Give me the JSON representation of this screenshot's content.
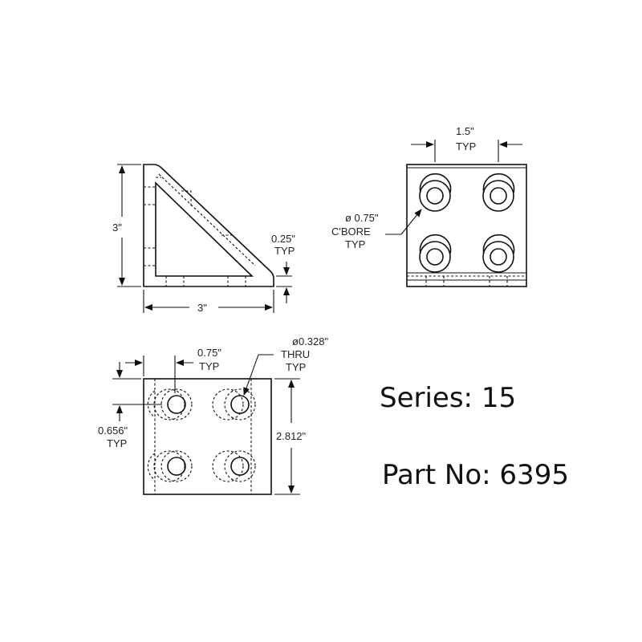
{
  "side_view": {
    "height_label": "3\"",
    "width_label": "3\"",
    "thickness_label": "0.25\"",
    "thickness_note": "TYP"
  },
  "top_view": {
    "spacing_label": "1.5\"",
    "spacing_note": "TYP",
    "cbore_diameter": "ø 0.75\"",
    "cbore_label": "C'BORE",
    "cbore_note": "TYP"
  },
  "front_view": {
    "edge_offset_label": "0.75\"",
    "edge_offset_note": "TYP",
    "hole_diameter": "ø0.328\"",
    "hole_label": "THRU",
    "hole_note": "TYP",
    "vertical_offset_label": "0.656\"",
    "vertical_offset_note": "TYP",
    "height_label": "2.812\""
  },
  "info": {
    "series": "Series: 15",
    "part_no": "Part No: 6395"
  }
}
